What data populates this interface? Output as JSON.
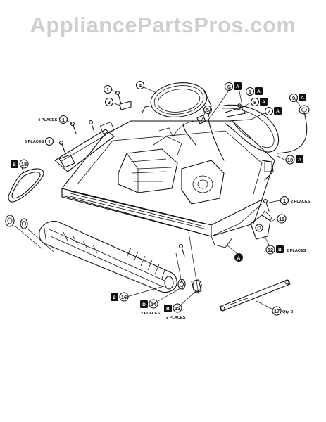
{
  "watermark": "AppliancePartsPros.com",
  "callouts": [
    {
      "id": "c1a",
      "num": "1",
      "badge": ""
    },
    {
      "id": "c3",
      "num": "3",
      "badge": ""
    },
    {
      "id": "c4",
      "num": "4",
      "badge": ""
    },
    {
      "id": "c6",
      "num": "6",
      "badge": "A"
    },
    {
      "id": "c1b",
      "num": "1",
      "badge": "A"
    },
    {
      "id": "c9",
      "num": "9",
      "badge": "A"
    },
    {
      "id": "c8",
      "num": "8",
      "badge": "A"
    },
    {
      "id": "c5",
      "num": "5",
      "badge": ""
    },
    {
      "id": "c7",
      "num": "7",
      "badge": "A"
    },
    {
      "id": "c1c",
      "num": "1",
      "badge": ""
    },
    {
      "id": "c1d",
      "num": "1",
      "badge": ""
    },
    {
      "id": "c18",
      "num": "18",
      "badge": "B"
    },
    {
      "id": "c10",
      "num": "10",
      "badge": "A"
    },
    {
      "id": "c1e",
      "num": "1",
      "badge": ""
    },
    {
      "id": "c11",
      "num": "11",
      "badge": ""
    },
    {
      "id": "c12",
      "num": "12",
      "badge": "B"
    },
    {
      "id": "cA",
      "num": "",
      "badge": "A"
    },
    {
      "id": "c16",
      "num": "16",
      "badge": "B"
    },
    {
      "id": "c14",
      "num": "14",
      "badge": "D"
    },
    {
      "id": "c13",
      "num": "13",
      "badge": "B"
    },
    {
      "id": "c17",
      "num": "17",
      "badge": ""
    }
  ],
  "notes": {
    "places4": "4 PLACES",
    "places3": "3 PLACES",
    "places2_right": "2 PLACES",
    "places2_12": "2 PLACES",
    "places2_14": "2 PLACES",
    "places2_13": "2 PLACES",
    "qty2": "Qty. 2"
  }
}
